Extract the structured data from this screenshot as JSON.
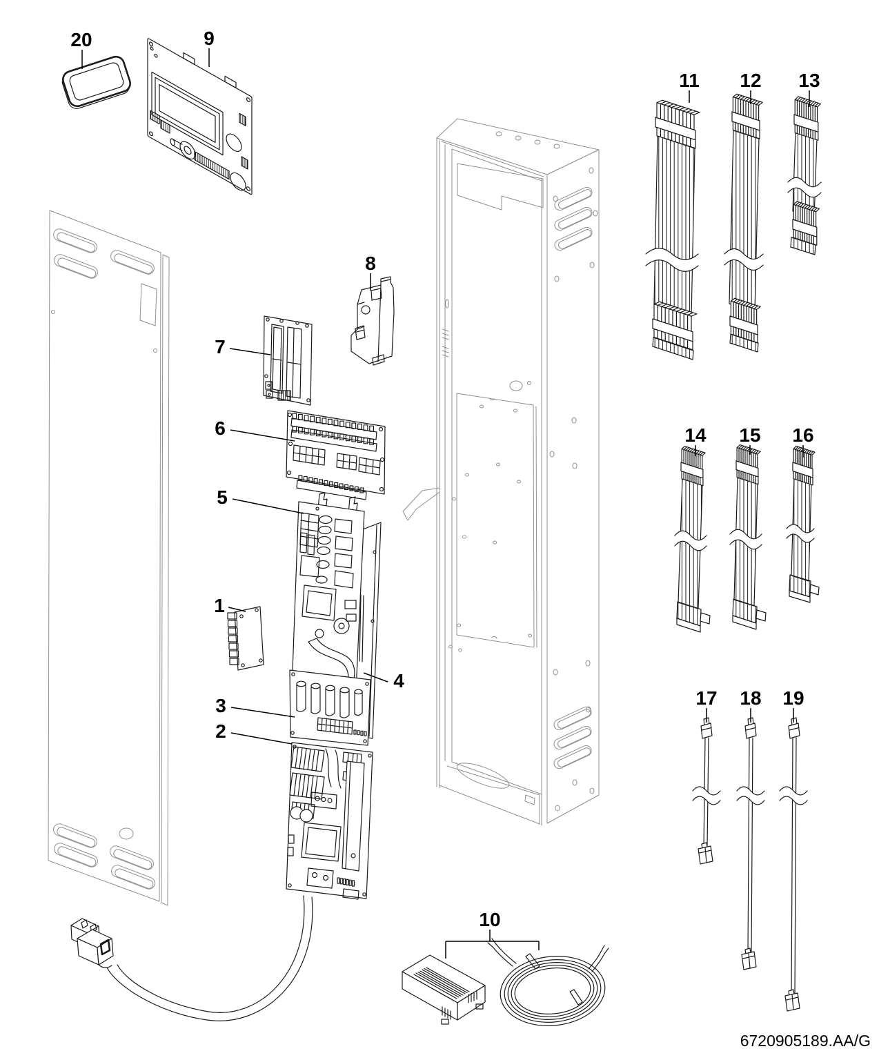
{
  "diagram": {
    "doc_number": "6720905189.AA/G",
    "colors": {
      "line": "#1a1a1a",
      "light_line": "#8f8f8f",
      "background": "#ffffff"
    },
    "callouts": {
      "1": "1",
      "2": "2",
      "3": "3",
      "4": "4",
      "5": "5",
      "6": "6",
      "7": "7",
      "8": "8",
      "9": "9",
      "10": "10",
      "11": "11",
      "12": "12",
      "13": "13",
      "14": "14",
      "15": "15",
      "16": "16",
      "17": "17",
      "18": "18",
      "19": "19",
      "20": "20"
    }
  }
}
